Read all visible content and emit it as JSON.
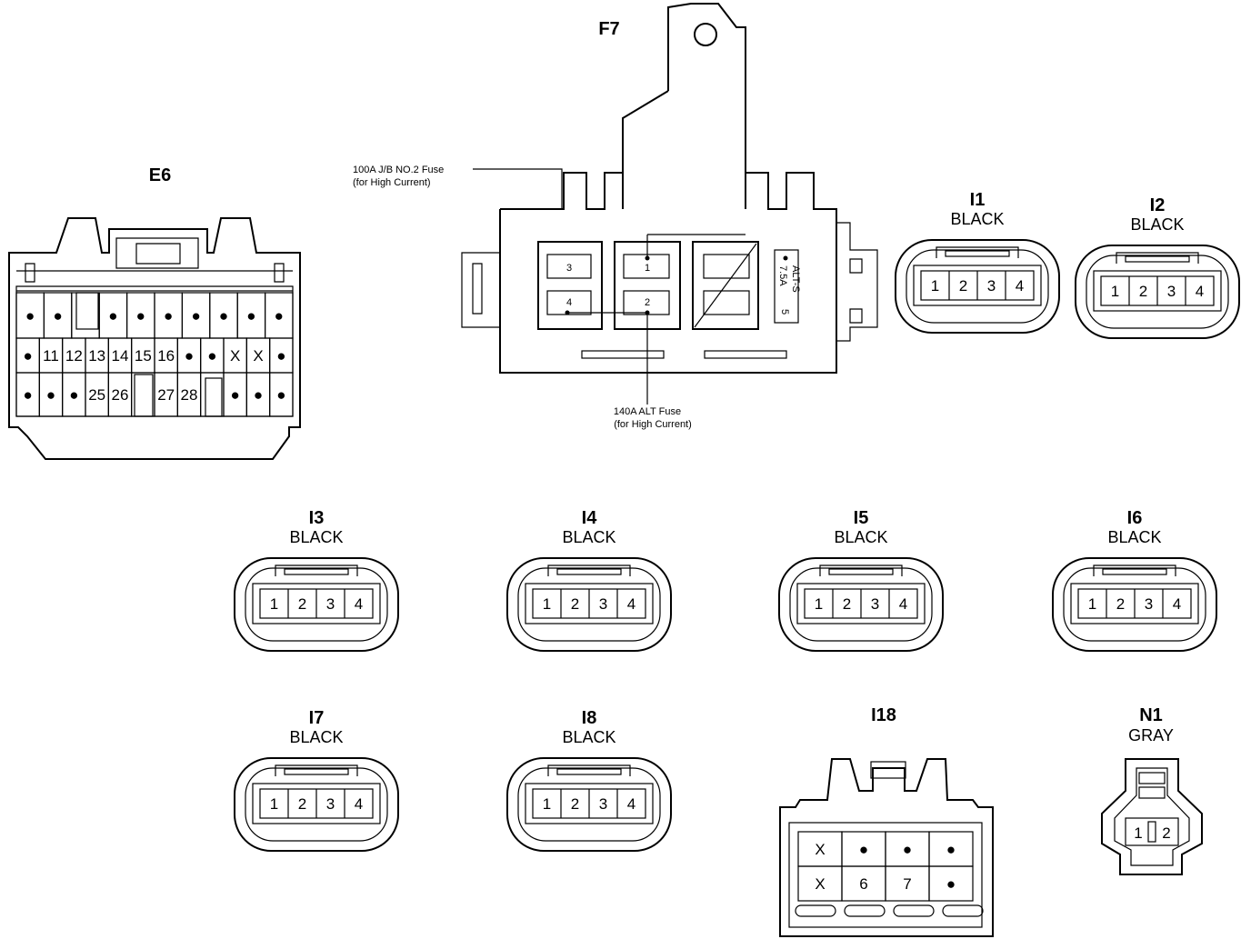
{
  "connectors": [
    {
      "id": "E6",
      "color": "",
      "rows": [
        [
          "●",
          "●",
          "",
          "●",
          "●",
          "●",
          "●",
          "●",
          "●",
          "●"
        ],
        [
          "●",
          "11",
          "12",
          "13",
          "14",
          "15",
          "16",
          "●",
          "●",
          "X",
          "X",
          "●"
        ],
        [
          "●",
          "●",
          "●",
          "25",
          "26",
          "",
          "27",
          "28",
          "",
          "●",
          "●",
          "●"
        ]
      ]
    },
    {
      "id": "F7",
      "color": ""
    },
    {
      "id": "I1",
      "color": "BLACK",
      "pins": [
        "1",
        "2",
        "3",
        "4"
      ]
    },
    {
      "id": "I2",
      "color": "BLACK",
      "pins": [
        "1",
        "2",
        "3",
        "4"
      ]
    },
    {
      "id": "I3",
      "color": "BLACK",
      "pins": [
        "1",
        "2",
        "3",
        "4"
      ]
    },
    {
      "id": "I4",
      "color": "BLACK",
      "pins": [
        "1",
        "2",
        "3",
        "4"
      ]
    },
    {
      "id": "I5",
      "color": "BLACK",
      "pins": [
        "1",
        "2",
        "3",
        "4"
      ]
    },
    {
      "id": "I6",
      "color": "BLACK",
      "pins": [
        "1",
        "2",
        "3",
        "4"
      ]
    },
    {
      "id": "I7",
      "color": "BLACK",
      "pins": [
        "1",
        "2",
        "3",
        "4"
      ]
    },
    {
      "id": "I8",
      "color": "BLACK",
      "pins": [
        "1",
        "2",
        "3",
        "4"
      ]
    },
    {
      "id": "I18",
      "color": "",
      "rows": [
        [
          "X",
          "●",
          "●",
          "●"
        ],
        [
          "X",
          "6",
          "7",
          "●"
        ]
      ]
    },
    {
      "id": "N1",
      "color": "GRAY",
      "pins": [
        "1",
        "2"
      ]
    }
  ],
  "f7": {
    "fuse_100a_line1": "100A J/B NO.2 Fuse",
    "fuse_100a_line2": "(for High Current)",
    "fuse_140a_line1": "140A ALT Fuse",
    "fuse_140a_line2": "(for High Current)",
    "term_3": "3",
    "term_4": "4",
    "term_1": "1",
    "term_2": "2",
    "term_5": "5",
    "alts_label": "ALT-S",
    "alts_rating": "7.5A"
  }
}
